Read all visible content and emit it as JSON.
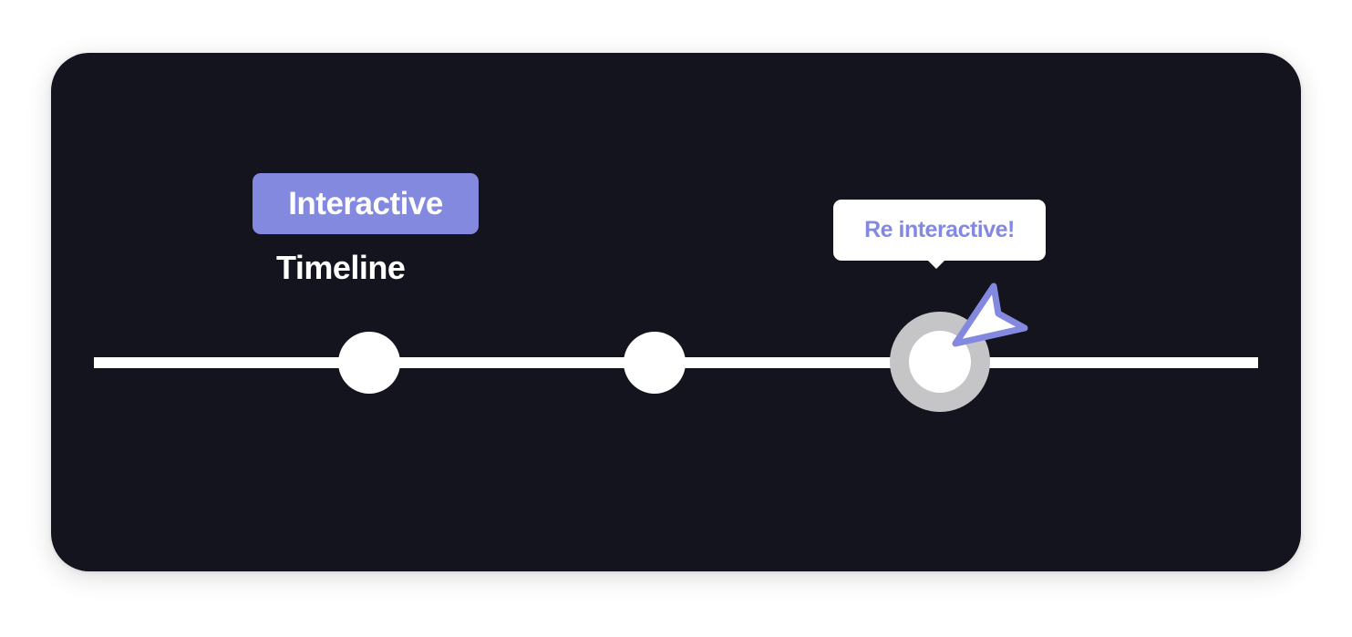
{
  "card": {
    "title": "Interactive",
    "subtitle": "Timeline"
  },
  "timeline": {
    "nodes": [
      {
        "state": "default"
      },
      {
        "state": "default"
      },
      {
        "state": "hovered"
      }
    ]
  },
  "tooltip": {
    "text": "Re interactive!"
  },
  "colors": {
    "card_background": "#14141f",
    "accent": "#8489e0",
    "track": "#ffffff",
    "node": "#ffffff",
    "hover_ring": "#c5c5c8",
    "tooltip_background": "#ffffff"
  },
  "icons": {
    "cursor": "cursor-pointer-icon"
  }
}
